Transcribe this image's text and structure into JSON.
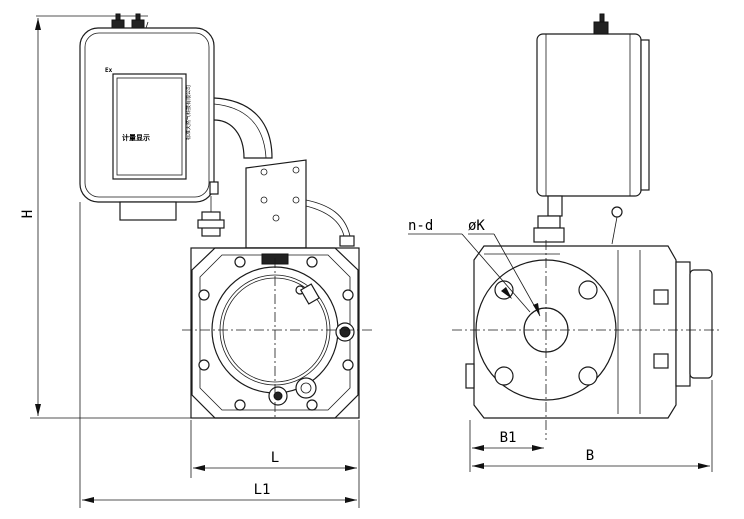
{
  "dimensions": {
    "H": "H",
    "L": "L",
    "L1": "L1",
    "B1": "B1",
    "B": "B",
    "n_d": "n-d",
    "phi_K": "øK"
  },
  "display_label": "计量显示",
  "logo_text": "标准天然气科技有限公司",
  "badge": "Ex"
}
